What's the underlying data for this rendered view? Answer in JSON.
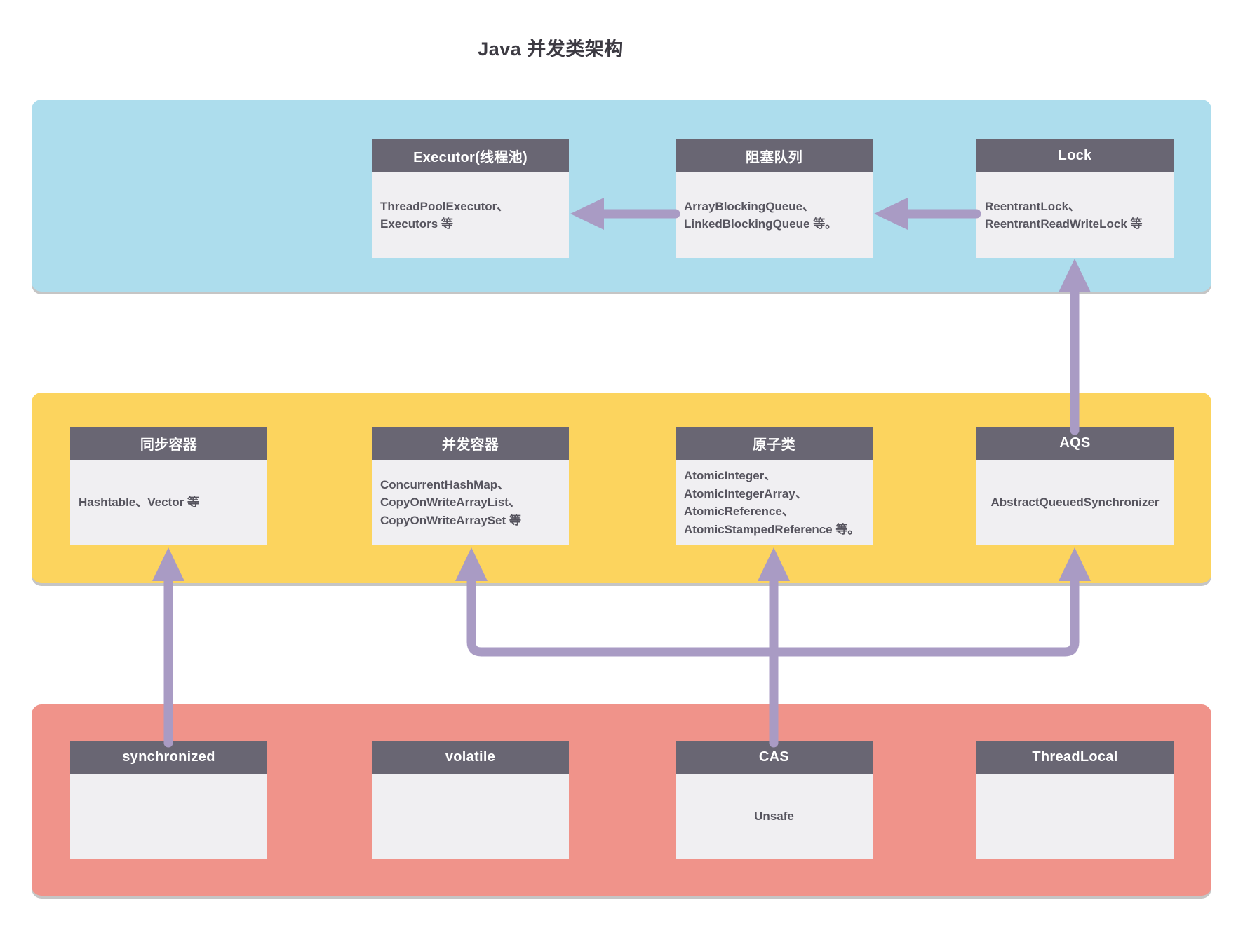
{
  "title": "Java 并发类架构",
  "colors": {
    "blue_band": "#addded",
    "yellow_band": "#fcd45e",
    "red_band": "#f0938a",
    "box_header": "#696673",
    "box_body": "#f0eff2",
    "arrow": "#a99bc4"
  },
  "bands": {
    "blue": {
      "boxes": [
        {
          "id": "executor",
          "title": "Executor(线程池)",
          "body": [
            "ThreadPoolExecutor、",
            "Executors 等"
          ]
        },
        {
          "id": "blocking-queue",
          "title": "阻塞队列",
          "body": [
            "ArrayBlockingQueue、",
            "LinkedBlockingQueue 等。"
          ]
        },
        {
          "id": "lock",
          "title": "Lock",
          "body": [
            "ReentrantLock、",
            "ReentrantReadWriteLock 等"
          ]
        }
      ]
    },
    "yellow": {
      "boxes": [
        {
          "id": "sync-container",
          "title": "同步容器",
          "body": [
            "Hashtable、Vector 等"
          ]
        },
        {
          "id": "concurrent-container",
          "title": "并发容器",
          "body": [
            "ConcurrentHashMap、",
            "CopyOnWriteArrayList、",
            "CopyOnWriteArraySet 等"
          ]
        },
        {
          "id": "atomic",
          "title": "原子类",
          "body": [
            "AtomicInteger、",
            "AtomicIntegerArray、",
            "AtomicReference、",
            "AtomicStampedReference 等。"
          ]
        },
        {
          "id": "aqs",
          "title": "AQS",
          "body": [
            "AbstractQueuedSynchronizer"
          ]
        }
      ]
    },
    "red": {
      "boxes": [
        {
          "id": "synchronized",
          "title": "synchronized",
          "body": []
        },
        {
          "id": "volatile",
          "title": "volatile",
          "body": []
        },
        {
          "id": "cas",
          "title": "CAS",
          "body": [
            "Unsafe"
          ]
        },
        {
          "id": "threadlocal",
          "title": "ThreadLocal",
          "body": []
        }
      ]
    }
  },
  "arrows": [
    {
      "from": "阻塞队列",
      "to": "Executor(线程池)"
    },
    {
      "from": "Lock",
      "to": "阻塞队列"
    },
    {
      "from": "AQS",
      "to": "Lock"
    },
    {
      "from": "synchronized",
      "to": "同步容器"
    },
    {
      "from": "CAS",
      "to": "原子类"
    },
    {
      "from": "CAS",
      "to": "并发容器"
    },
    {
      "from": "CAS",
      "to": "AQS"
    }
  ]
}
